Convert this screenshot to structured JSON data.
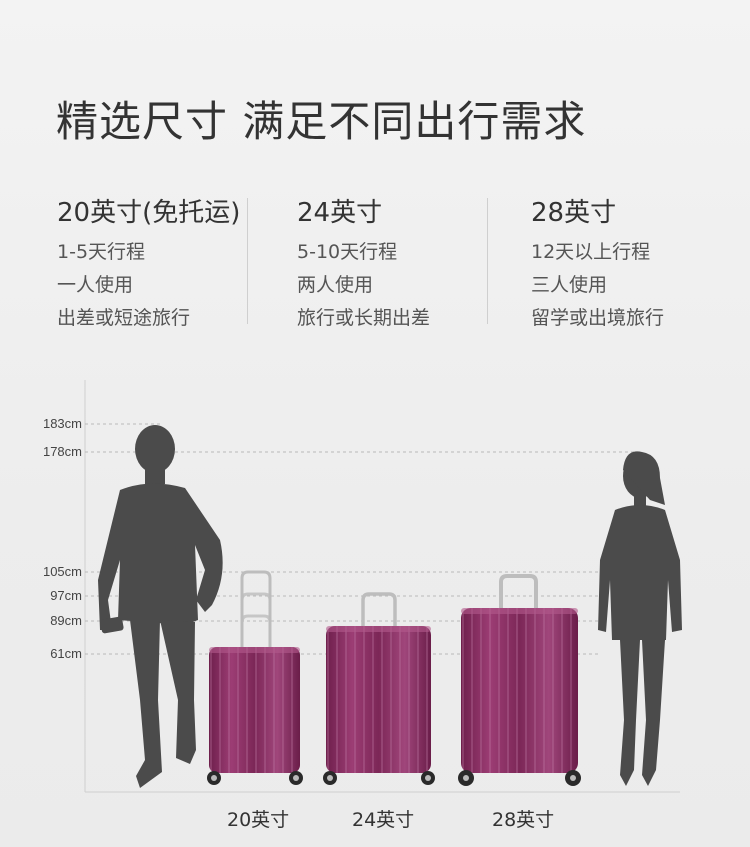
{
  "headline": "精选尺寸 满足不同出行需求",
  "sizes": [
    {
      "title": "20英寸(免托运)",
      "lines": [
        "1-5天行程",
        "一人使用",
        "出差或短途旅行"
      ]
    },
    {
      "title": "24英寸",
      "lines": [
        "5-10天行程",
        "两人使用",
        "旅行或长期出差"
      ]
    },
    {
      "title": "28英寸",
      "lines": [
        "12天以上行程",
        "三人使用",
        "留学或出境旅行"
      ]
    }
  ],
  "height_marks": [
    "183cm",
    "178cm",
    "105cm",
    "97cm",
    "89cm",
    "61cm"
  ],
  "suitcase_labels": [
    "20英寸",
    "24英寸",
    "28英寸"
  ],
  "colors": {
    "suitcase": "#8a2f63",
    "silhouette": "#4a4a4a"
  }
}
